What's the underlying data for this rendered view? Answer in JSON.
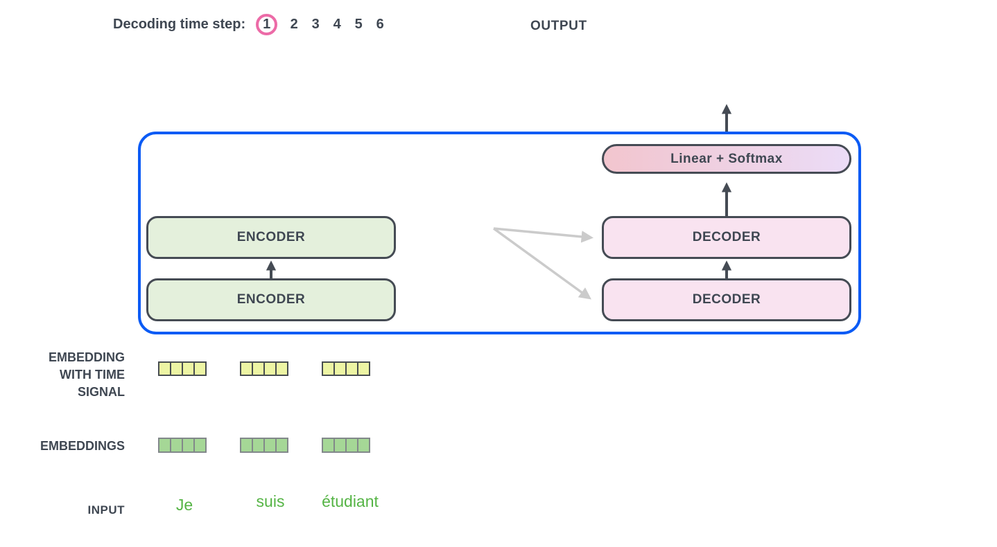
{
  "header": {
    "decoding_label": "Decoding time step:",
    "steps": [
      "1",
      "2",
      "3",
      "4",
      "5",
      "6"
    ],
    "active_step": "1",
    "output_label": "OUTPUT"
  },
  "model": {
    "encoders": [
      "ENCODER",
      "ENCODER"
    ],
    "decoders": [
      "DECODER",
      "DECODER"
    ],
    "linear_softmax_label": "Linear + Softmax"
  },
  "labels": {
    "embedding_time_line1": "EMBEDDING",
    "embedding_time_line2": "WITH TIME",
    "embedding_time_line3": "SIGNAL",
    "embeddings": "EMBEDDINGS",
    "input": "INPUT"
  },
  "input_words": [
    "Je",
    "suis",
    "étudiant"
  ],
  "embedding_vectors": {
    "vectors_per_row": 3,
    "cells_per_vector": 4,
    "time_signal_cell_color": "#edf5a4",
    "embedding_cell_color": "#a5d796"
  },
  "colors": {
    "container_blue": "#0b5bf5",
    "encoder_fill": "#e4f0dc",
    "decoder_fill": "#f9e3f0",
    "linear_gradient_left": "#f2c5ce",
    "linear_gradient_right": "#ebdcf7",
    "dark_stroke": "#454b54",
    "active_step_ring": "#ec6ba7",
    "input_word_green": "#55b445",
    "attention_arrow_gray": "#cbcbcb"
  }
}
